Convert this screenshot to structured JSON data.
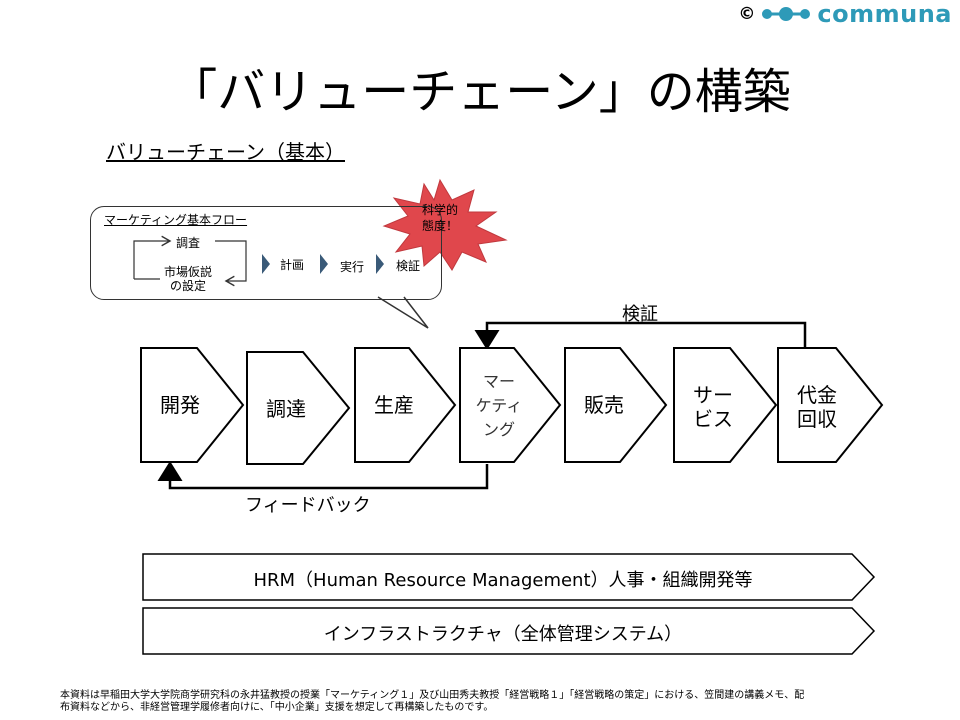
{
  "logo": {
    "copyright": "©",
    "brand": "communa",
    "brand_color": "#2e9ab8"
  },
  "title": "「バリューチェーン」の構築",
  "subtitle": "バリューチェーン（基本）",
  "bubble": {
    "title": "マーケティング基本フロー",
    "survey": "調査",
    "hypothesis": [
      "市場仮説",
      "の設定"
    ],
    "plan": "計画",
    "execute": "実行",
    "verify": "検証"
  },
  "burst": {
    "lines": [
      "科学的",
      "態度！"
    ],
    "color": "#e0474c"
  },
  "feedback_loop": {
    "verify": "検証",
    "feedback": "フィードバック"
  },
  "stages": [
    {
      "lines": [
        "開発"
      ]
    },
    {
      "lines": [
        "調達"
      ]
    },
    {
      "lines": [
        "生産"
      ]
    },
    {
      "lines": [
        "マー",
        "ケティ",
        "ング"
      ]
    },
    {
      "lines": [
        "販売"
      ]
    },
    {
      "lines": [
        "サー",
        "ビス"
      ]
    },
    {
      "lines": [
        "代金",
        "回収"
      ]
    }
  ],
  "support": [
    "HRM（Human Resource Management）人事・組織開発等",
    "インフラストラクチャ（全体管理システム）"
  ],
  "footnote": [
    "本資料は早稲田大学大学院商学研究科の永井猛教授の授業「マーケティング１」及び山田秀夫教授「経営戦略１」「経営戦略の策定」における、笠間建の講義メモ、配",
    "布資料などから、非経営管理学履修者向けに、「中小企業」支援を想定して再構築したものです。"
  ]
}
